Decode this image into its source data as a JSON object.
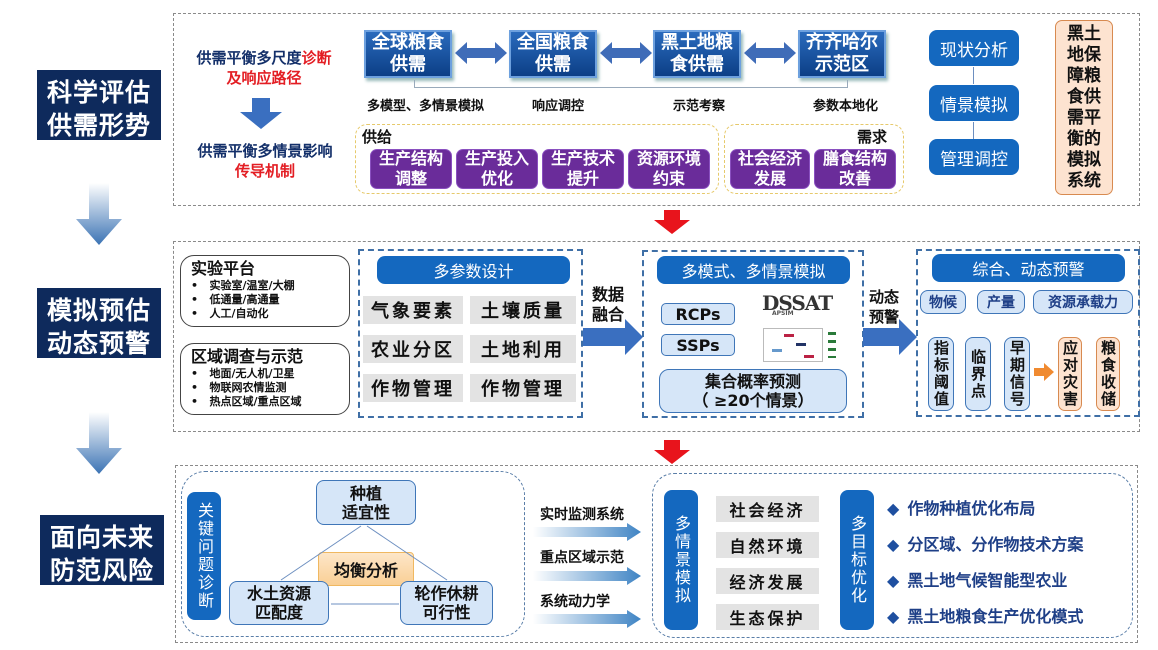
{
  "stages": [
    {
      "label_line1": "科学评估",
      "label_line2": "供需形势"
    },
    {
      "label_line1": "模拟预估",
      "label_line2": "动态预警"
    },
    {
      "label_line1": "面向未来",
      "label_line2": "防范风险"
    }
  ],
  "section1": {
    "diagnosis": {
      "line1_normal": "供需平衡多尺度",
      "line1_red": "诊断",
      "line2_red": "及响应路径"
    },
    "mechanism": {
      "line1_normal": "供需平衡多情景影响",
      "line2_red": "传导机制"
    },
    "scales": [
      {
        "line1": "全球粮食",
        "line2": "供需"
      },
      {
        "line1": "全国粮食",
        "line2": "供需"
      },
      {
        "line1": "黑土地粮",
        "line2": "食供需"
      },
      {
        "line1": "齐齐哈尔",
        "line2": "示范区"
      }
    ],
    "scale_labels": [
      "多模型、多情景模拟",
      "响应调控",
      "示范考察",
      "参数本地化"
    ],
    "supply": {
      "title": "供给",
      "items": [
        {
          "line1": "生产结构",
          "line2": "调整"
        },
        {
          "line1": "生产投入",
          "line2": "优化"
        },
        {
          "line1": "生产技术",
          "line2": "提升"
        },
        {
          "line1": "资源环境",
          "line2": "约束"
        }
      ]
    },
    "demand": {
      "title": "需求",
      "items": [
        {
          "line1": "社会经济",
          "line2": "发展"
        },
        {
          "line1": "膳食结构",
          "line2": "改善"
        }
      ]
    },
    "flow": [
      "现状分析",
      "情景模拟",
      "管理调控"
    ],
    "system_title": "黑土地保障粮食供需平衡的模拟系统"
  },
  "section2": {
    "platform": {
      "title": "实验平台",
      "items": [
        "实验室/温室/大棚",
        "低通量/高通量",
        "人工/自动化"
      ]
    },
    "survey": {
      "title": "区域调查与示范",
      "items": [
        "地面/无人机/卫星",
        "物联网农情监测",
        "热点区域/重点区域"
      ]
    },
    "params": {
      "title": "多参数设计",
      "cells": [
        "气象要素",
        "土壤质量",
        "农业分区",
        "土地利用",
        "作物管理",
        "作物管理"
      ]
    },
    "fusion_label": {
      "line1": "数据",
      "line2": "融合"
    },
    "models": {
      "title": "多模式、多情景模拟",
      "scenarios": [
        "RCPs",
        "SSPs"
      ],
      "logo_main": "DSSAT",
      "logo_sub": "APSIM",
      "ensemble": {
        "line1": "集合概率预测",
        "line2": "（ ≥20个情景）"
      }
    },
    "warning_label": {
      "line1": "动态",
      "line2": "预警"
    },
    "warning": {
      "title": "综合、动态预警",
      "factors": [
        "物候",
        "产量",
        "资源承载力"
      ],
      "signals": [
        "指标阈值",
        "临界点",
        "早期信号"
      ],
      "responses": [
        "应对灾害",
        "粮食收储"
      ]
    }
  },
  "section3": {
    "diagnosis_label": "关键问题诊断",
    "nodes": {
      "top": {
        "line1": "种植",
        "line2": "适宜性"
      },
      "center": "均衡分析",
      "left": {
        "line1": "水土资源",
        "line2": "匹配度"
      },
      "right": {
        "line1": "轮作休耕",
        "line2": "可行性"
      }
    },
    "methods": [
      "实时监测系统",
      "重点区域示范",
      "系统动力学"
    ],
    "scenario_label": "多情景模拟",
    "scenarios": [
      "社会经济",
      "自然环境",
      "经济发展",
      "生态保护"
    ],
    "objective_label": "多目标优化",
    "outcomes": [
      "作物种植优化布局",
      "分区域、分作物技术方案",
      "黑土地气候智能型农业",
      "黑土地粮食生产优化模式"
    ]
  },
  "colors": {
    "stage_bg": "#0e2a5c",
    "accent_red": "#e31e24",
    "purple": "#6a2c9a",
    "blue_button": "#1468bf",
    "orange_arrow": "#f08a30"
  }
}
